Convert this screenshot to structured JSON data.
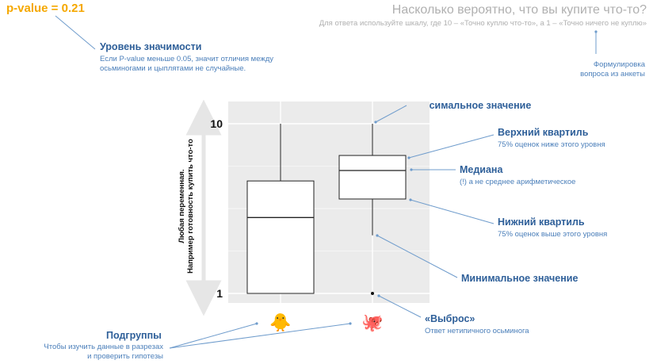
{
  "pvalue_label": "p-value = 0.21",
  "survey": {
    "title": "Насколько вероятно, что вы купите что-то?",
    "subtitle": "Для ответа используйте шкалу, где 10 – «Точно куплю что-то», а 1 – «Точно ничего не куплю»"
  },
  "notes": {
    "formulation_line1": "Формулировка",
    "formulation_line2": "вопроса из анкеты"
  },
  "annotations": {
    "significance": {
      "title": "Уровень значимости",
      "line1": "Если P-value меньше 0.05, значит отличия между",
      "line2": "осьминогами и цыплятами не случайные."
    },
    "max": {
      "title": "Максимальное значение"
    },
    "upper_quartile": {
      "title": "Верхний квартиль",
      "sub": "75% оценок ниже этого уровня"
    },
    "median": {
      "title": "Медиана",
      "sub": "(!) а не среднее арифметическое"
    },
    "lower_quartile": {
      "title": "Нижний квартиль",
      "sub": "75% оценок выше этого уровня"
    },
    "min": {
      "title": "Минимальное значение"
    },
    "outlier": {
      "title": "«Выброс»",
      "sub": "Ответ нетипичного осьминога"
    },
    "subgroups": {
      "title": "Подгруппы",
      "line1": "Чтобы изучить данные в разрезах",
      "line2": "и проверить гипотезы"
    }
  },
  "chart_data": {
    "type": "boxplot",
    "ylabel_line1": "Любая переменная.",
    "ylabel_line2": "Например готовность купить что-то",
    "y_scale": "log",
    "ylim": [
      0.9,
      12
    ],
    "y_ticks": [
      {
        "value": 1,
        "label": "1"
      },
      {
        "value": 10,
        "label": "10"
      }
    ],
    "grid": true,
    "categories": [
      {
        "icon": "chick-icon",
        "emoji": "🐥"
      },
      {
        "icon": "octopus-icon",
        "emoji": "🐙"
      }
    ],
    "boxes": [
      {
        "min": 1,
        "q1": 1,
        "median": 2.8,
        "q3": 4.6,
        "max": 10,
        "outliers": []
      },
      {
        "min": 2.2,
        "q1": 3.6,
        "median": 5.3,
        "q3": 6.5,
        "max": 10,
        "outliers": [
          1
        ]
      }
    ]
  },
  "colors": {
    "accent_yellow": "#f5a800",
    "annotation_blue": "#2e5f99",
    "annotation_light_blue": "#4b7fba",
    "plot_bg": "#ebebeb",
    "grid_white": "#ffffff",
    "muted_grey": "#b0b0b0"
  }
}
